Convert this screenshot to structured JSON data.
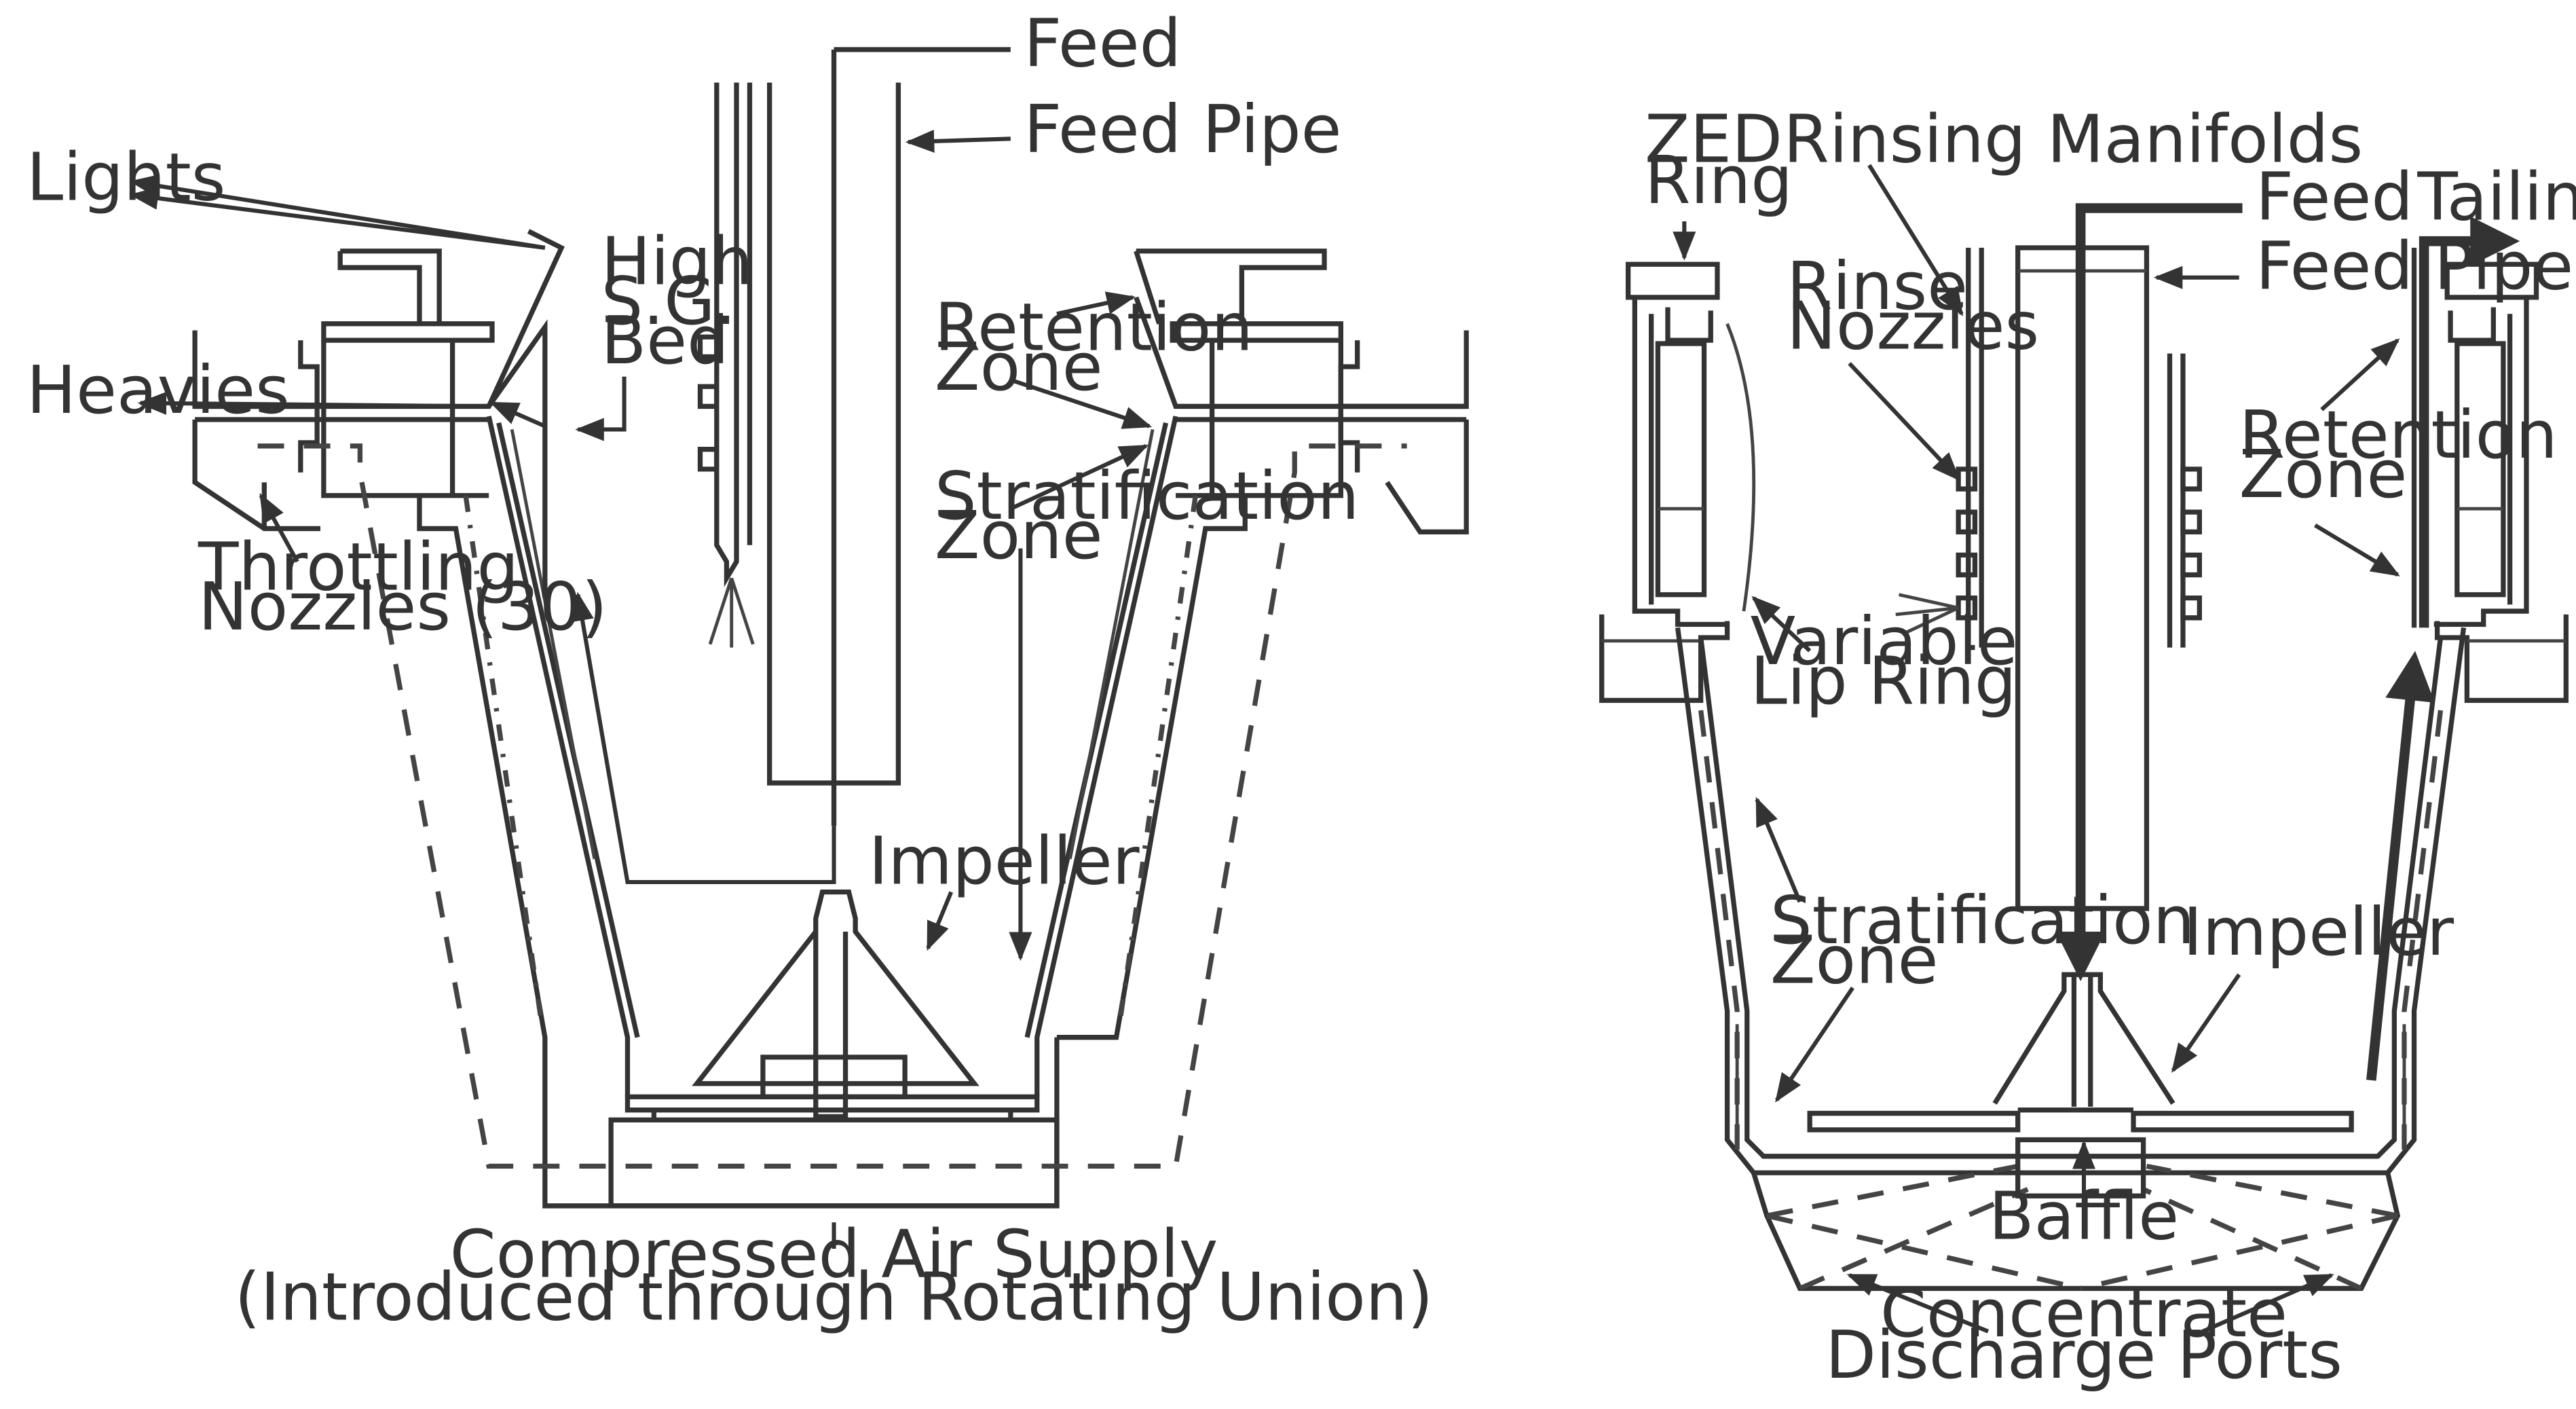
{
  "left_diagram": {
    "labels": {
      "feed": "Feed",
      "feed_pipe": "Feed Pipe",
      "lights": "Lights",
      "high_sg_bed_1": "High",
      "high_sg_bed_2": "S.G.",
      "high_sg_bed_3": "Bed",
      "heavies": "Heavies",
      "retention_zone_1": "Retention",
      "retention_zone_2": "Zone",
      "stratification_zone_1": "Stratification",
      "stratification_zone_2": "Zone",
      "throttling_nozzles_1": "Throttling",
      "throttling_nozzles_2": "Nozzles (30)",
      "impeller": "Impeller",
      "compressed_air_1": "Compressed Air Supply",
      "compressed_air_2": "(Introduced through Rotating Union)"
    }
  },
  "right_diagram": {
    "labels": {
      "zed_ring_1": "ZED",
      "zed_ring_2": "Ring",
      "rinsing_manifolds": "Rinsing Manifolds",
      "feed": "Feed",
      "tailings": "Tailings",
      "rinse_nozzles_1": "Rinse",
      "rinse_nozzles_2": "Nozzles",
      "feed_pipe": "Feed Pipe",
      "retention_zone_1": "Retention",
      "retention_zone_2": "Zone",
      "variable_lip_ring_1": "Variable",
      "variable_lip_ring_2": "Lip Ring",
      "stratification_zone_1": "Stratification",
      "stratification_zone_2": "Zone",
      "impeller": "Impeller",
      "baffle": "Baffle",
      "concentrate_ports_1": "Concentrate",
      "concentrate_ports_2": "Discharge Ports"
    }
  }
}
